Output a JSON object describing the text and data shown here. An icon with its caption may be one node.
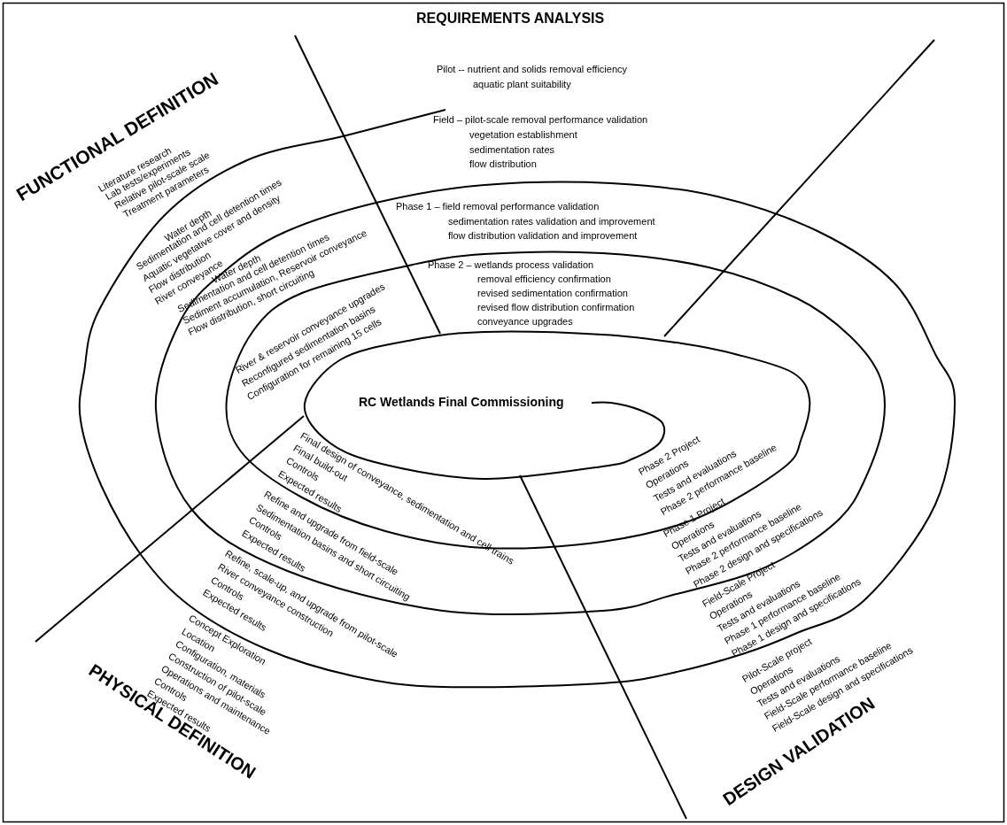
{
  "diagram": {
    "labels": [
      "REQUIREMENTS ANALYSIS",
      "FUNCTIONAL DEFINITION",
      "PHYSICAL DEFINITION",
      "DESIGN VALIDATION",
      "Pilot -- nutrient and solids removal efficiency",
      "aquatic plant suitability",
      "Field – pilot-scale removal performance validation",
      "vegetation establishment",
      "sedimentation rates",
      "flow distribution",
      "Phase 1 – field removal performance validation",
      "sedimentation rates validation and improvement",
      "flow distribution validation and improvement",
      "Phase 2 – wetlands process validation",
      "removal efficiency confirmation",
      "revised sedimentation confirmation",
      "revised flow distribution confirmation",
      "conveyance upgrades",
      "Literature research",
      "Lab tests/experiments",
      "Relative pilot-scale scale",
      "Treatment parameters",
      "Water depth",
      "Sedimentation and cell detention times",
      "Aquatic vegetative cover and density",
      "Flow distribution",
      "River conveyance",
      "Water depth",
      "Sedimentation and cell detention times",
      "Sediment accumulation, Reservoir conveyance",
      "Flow distribution, short circuiting",
      "River & reservoir conveyance upgrades",
      "Reconfigured sedimentation basins",
      "Configuration for remaining 15 cells",
      "RC Wetlands Final Commissioning",
      "Final design of conveyance, sedimentation and cell trains",
      "Final build-out",
      "Controls",
      "Expected results",
      "Refine and upgrade from field-scale",
      "Sedimentation basins and short circuiting",
      "Controls",
      "Expected results",
      "Refine, scale-up, and upgrade from pilot-scale",
      "River conveyance construction",
      "Controls",
      "Expected results",
      "Concept Exploration",
      "Location",
      "Configuration, materials",
      "Construction of pilot-scale",
      "Operations and maintenance",
      "Controls",
      "Expected results",
      "Phase 2 Project",
      "Operations",
      "Tests and evaluations",
      "Phase 2 performance baseline",
      "Phase 1 Project",
      "Operations",
      "Tests and evaluations",
      "Phase 2 performance baseline",
      "Phase 2 design and specifications",
      "Field-Scale Project",
      "Operations",
      "Tests and evaluations",
      "Phase 1 performance baseline",
      "Phase 1 design and specifications",
      "Pilot-Scale project",
      "Operations",
      "Tests and evaluations",
      "Field-Scale performance baseline",
      "Field-Scale design and specifications"
    ]
  }
}
